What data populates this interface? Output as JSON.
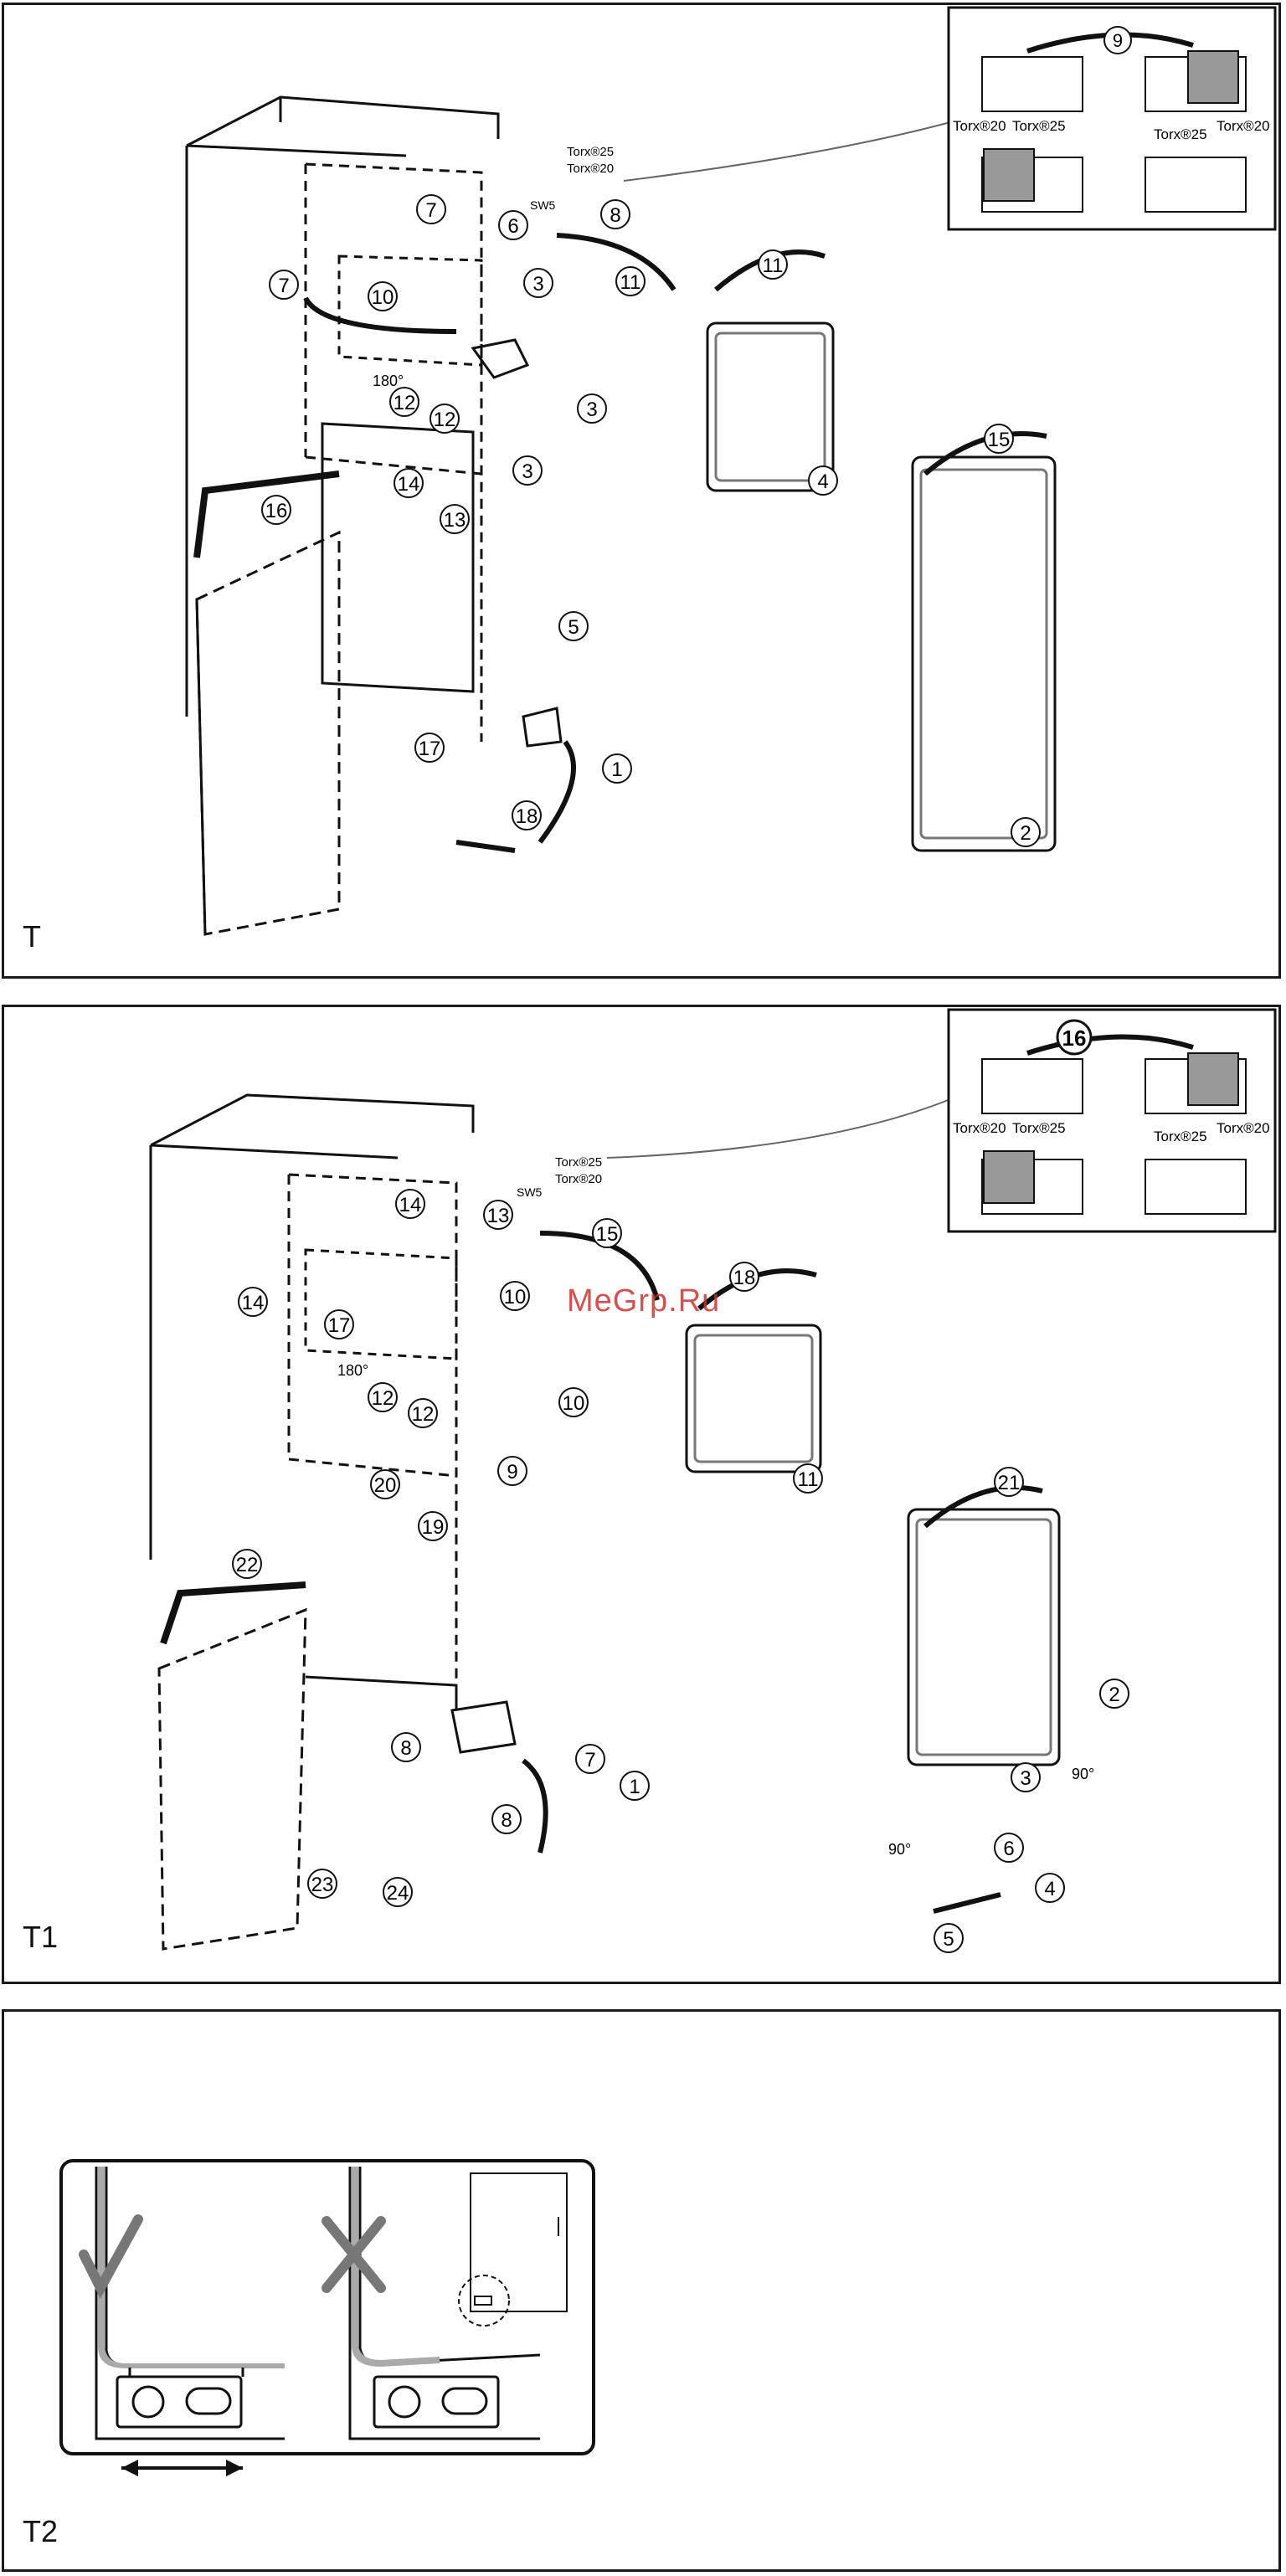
{
  "panels": [
    {
      "id": "T",
      "label": "T"
    },
    {
      "id": "T1",
      "label": "T1"
    },
    {
      "id": "T2",
      "label": "T2"
    }
  ],
  "watermark": "MeGrp.Ru",
  "torx": {
    "t20": "Torx®20",
    "t25": "Torx®25",
    "sw5": "SW5"
  },
  "angles": {
    "a180": "180°",
    "a90": "90°"
  },
  "panel_t_steps": [
    "1",
    "2",
    "3",
    "3",
    "3",
    "4",
    "5",
    "6",
    "7",
    "7",
    "7",
    "8",
    "9",
    "10",
    "11",
    "11",
    "12",
    "12",
    "13",
    "14",
    "15",
    "16",
    "17",
    "18"
  ],
  "panel_t1_steps": [
    "1",
    "2",
    "3",
    "4",
    "5",
    "6",
    "7",
    "8",
    "8",
    "9",
    "10",
    "10",
    "11",
    "12",
    "12",
    "13",
    "14",
    "14",
    "15",
    "16",
    "17",
    "18",
    "19",
    "20",
    "21",
    "22",
    "23",
    "24"
  ],
  "icons": [
    "check-icon",
    "cross-icon",
    "double-arrow-icon"
  ]
}
